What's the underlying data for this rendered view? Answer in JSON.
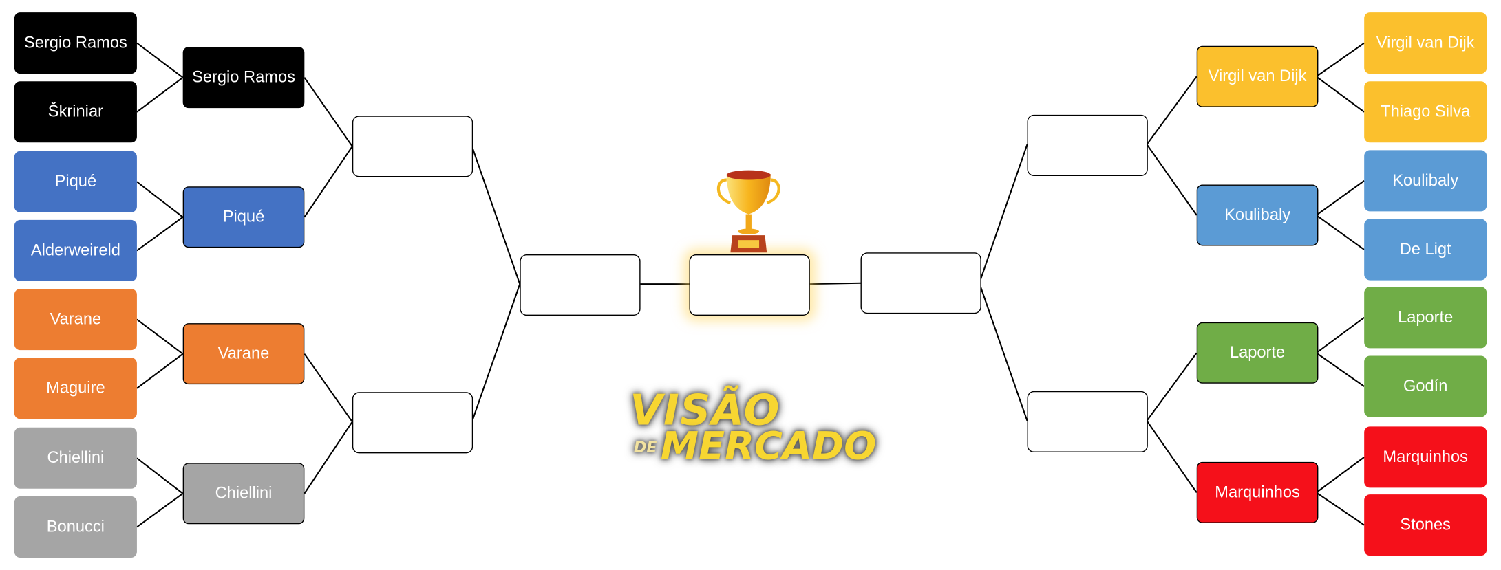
{
  "colors": {
    "black": "#000000",
    "blue": "#4472C4",
    "orange": "#ED7D31",
    "gray": "#A5A5A5",
    "yellow": "#FBC02D",
    "lightblue": "#5B9BD5",
    "green": "#70AD47",
    "red": "#F5101A"
  },
  "left": {
    "round1": [
      "Sergio Ramos",
      "Škriniar",
      "Piqué",
      "Alderweireld",
      "Varane",
      "Maguire",
      "Chiellini",
      "Bonucci"
    ],
    "round2": [
      "Sergio Ramos",
      "Piqué",
      "Varane",
      "Chiellini"
    ]
  },
  "right": {
    "round1": [
      "Virgil van Dijk",
      "Thiago Silva",
      "Koulibaly",
      "De Ligt",
      "Laporte",
      "Godín",
      "Marquinhos",
      "Stones"
    ],
    "round2": [
      "Virgil van Dijk",
      "Koulibaly",
      "Laporte",
      "Marquinhos"
    ]
  },
  "logo": {
    "line1": "VISÃO",
    "line2": "DE",
    "line3": "MERCADO"
  },
  "icons": {
    "trophy": "trophy-icon"
  }
}
